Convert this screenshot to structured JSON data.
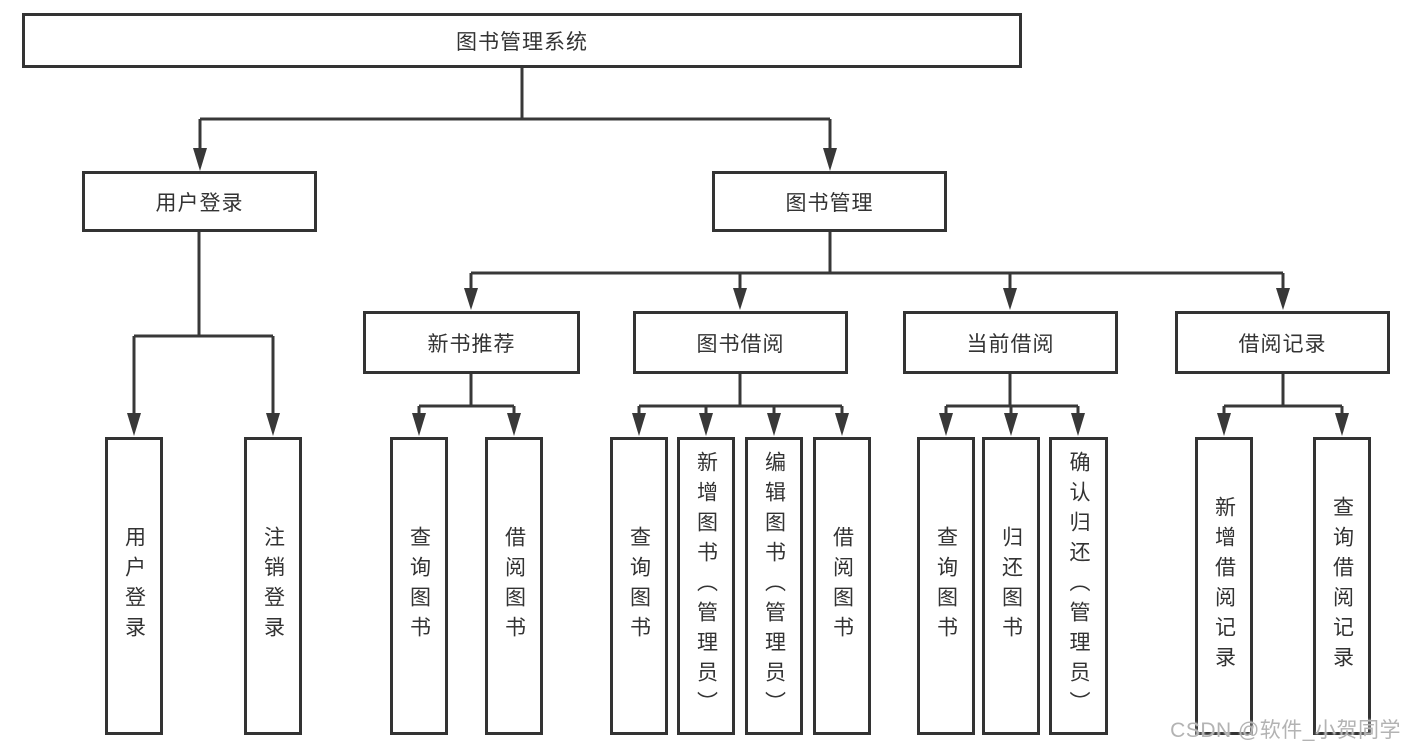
{
  "root": {
    "label": "图书管理系统"
  },
  "level2": {
    "user_login": "用户登录",
    "book_mgmt": "图书管理"
  },
  "level3": {
    "new_books": "新书推荐",
    "book_borrow": "图书借阅",
    "current_borrow": "当前借阅",
    "borrow_records": "借阅记录"
  },
  "leaves": {
    "user_login": [
      "用户登录",
      "注销登录"
    ],
    "new_books": [
      "查询图书",
      "借阅图书"
    ],
    "book_borrow": [
      "查询图书",
      "新增图书（管理员）",
      "编辑图书（管理员）",
      "借阅图书"
    ],
    "current_borrow": [
      "查询图书",
      "归还图书",
      "确认归还（管理员）"
    ],
    "borrow_records": [
      "新增借阅记录",
      "查询借阅记录"
    ]
  },
  "watermark": {
    "text": "CSDN @软件_小贺同学"
  },
  "colors": {
    "line": "#383838",
    "box_border": "#333333",
    "text": "#333333",
    "background": "#ffffff",
    "watermark": "#b3b3b3"
  }
}
